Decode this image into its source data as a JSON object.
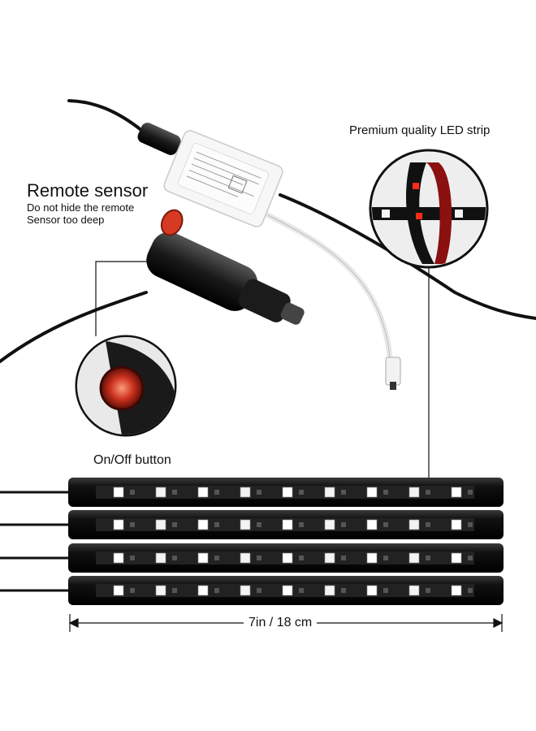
{
  "labels": {
    "remote_sensor_title": "Remote sensor",
    "remote_sensor_note_line1": "Do not hide the remote",
    "remote_sensor_note_line2": "Sensor too deep",
    "led_strip_title": "Premium quality LED strip",
    "on_off_button": "On/Off button",
    "dimension": "7in / 18 cm"
  },
  "colors": {
    "led_on": "#ff2a1a",
    "switch_red": "#d63a22",
    "strip_body": "#141414"
  },
  "led_strips": {
    "count": 4
  }
}
